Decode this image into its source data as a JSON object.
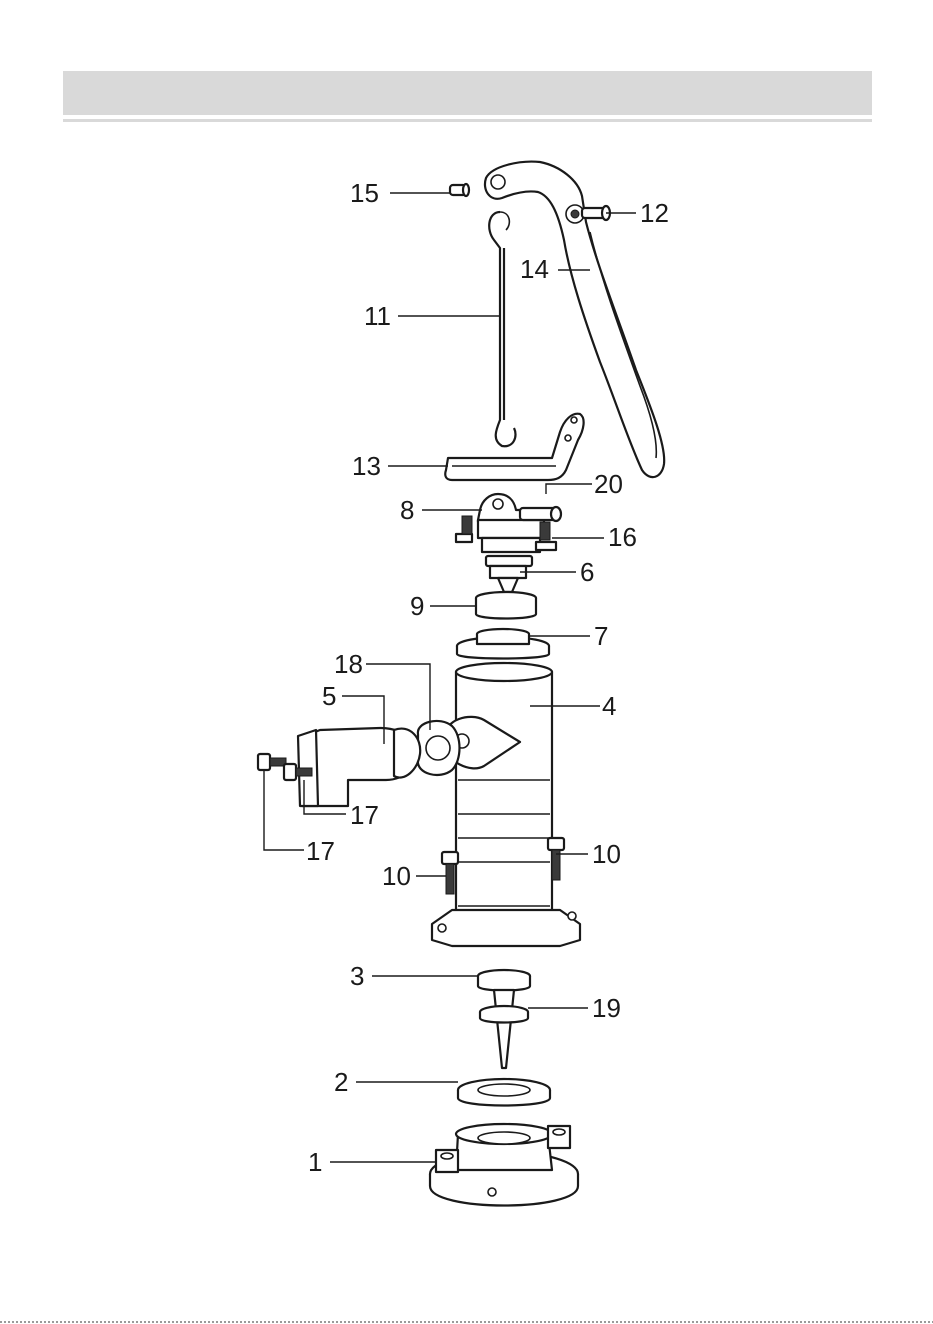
{
  "header": {
    "title": ""
  },
  "parts": [
    {
      "id": "1",
      "label": "1"
    },
    {
      "id": "2",
      "label": "2"
    },
    {
      "id": "3",
      "label": "3"
    },
    {
      "id": "4",
      "label": "4"
    },
    {
      "id": "5",
      "label": "5"
    },
    {
      "id": "6",
      "label": "6"
    },
    {
      "id": "7",
      "label": "7"
    },
    {
      "id": "8",
      "label": "8"
    },
    {
      "id": "9",
      "label": "9"
    },
    {
      "id": "10a",
      "label": "10"
    },
    {
      "id": "10b",
      "label": "10"
    },
    {
      "id": "11",
      "label": "11"
    },
    {
      "id": "12",
      "label": "12"
    },
    {
      "id": "13",
      "label": "13"
    },
    {
      "id": "14",
      "label": "14"
    },
    {
      "id": "15",
      "label": "15"
    },
    {
      "id": "16",
      "label": "16"
    },
    {
      "id": "17a",
      "label": "17"
    },
    {
      "id": "17b",
      "label": "17"
    },
    {
      "id": "18",
      "label": "18"
    },
    {
      "id": "19",
      "label": "19"
    },
    {
      "id": "20",
      "label": "20"
    }
  ]
}
